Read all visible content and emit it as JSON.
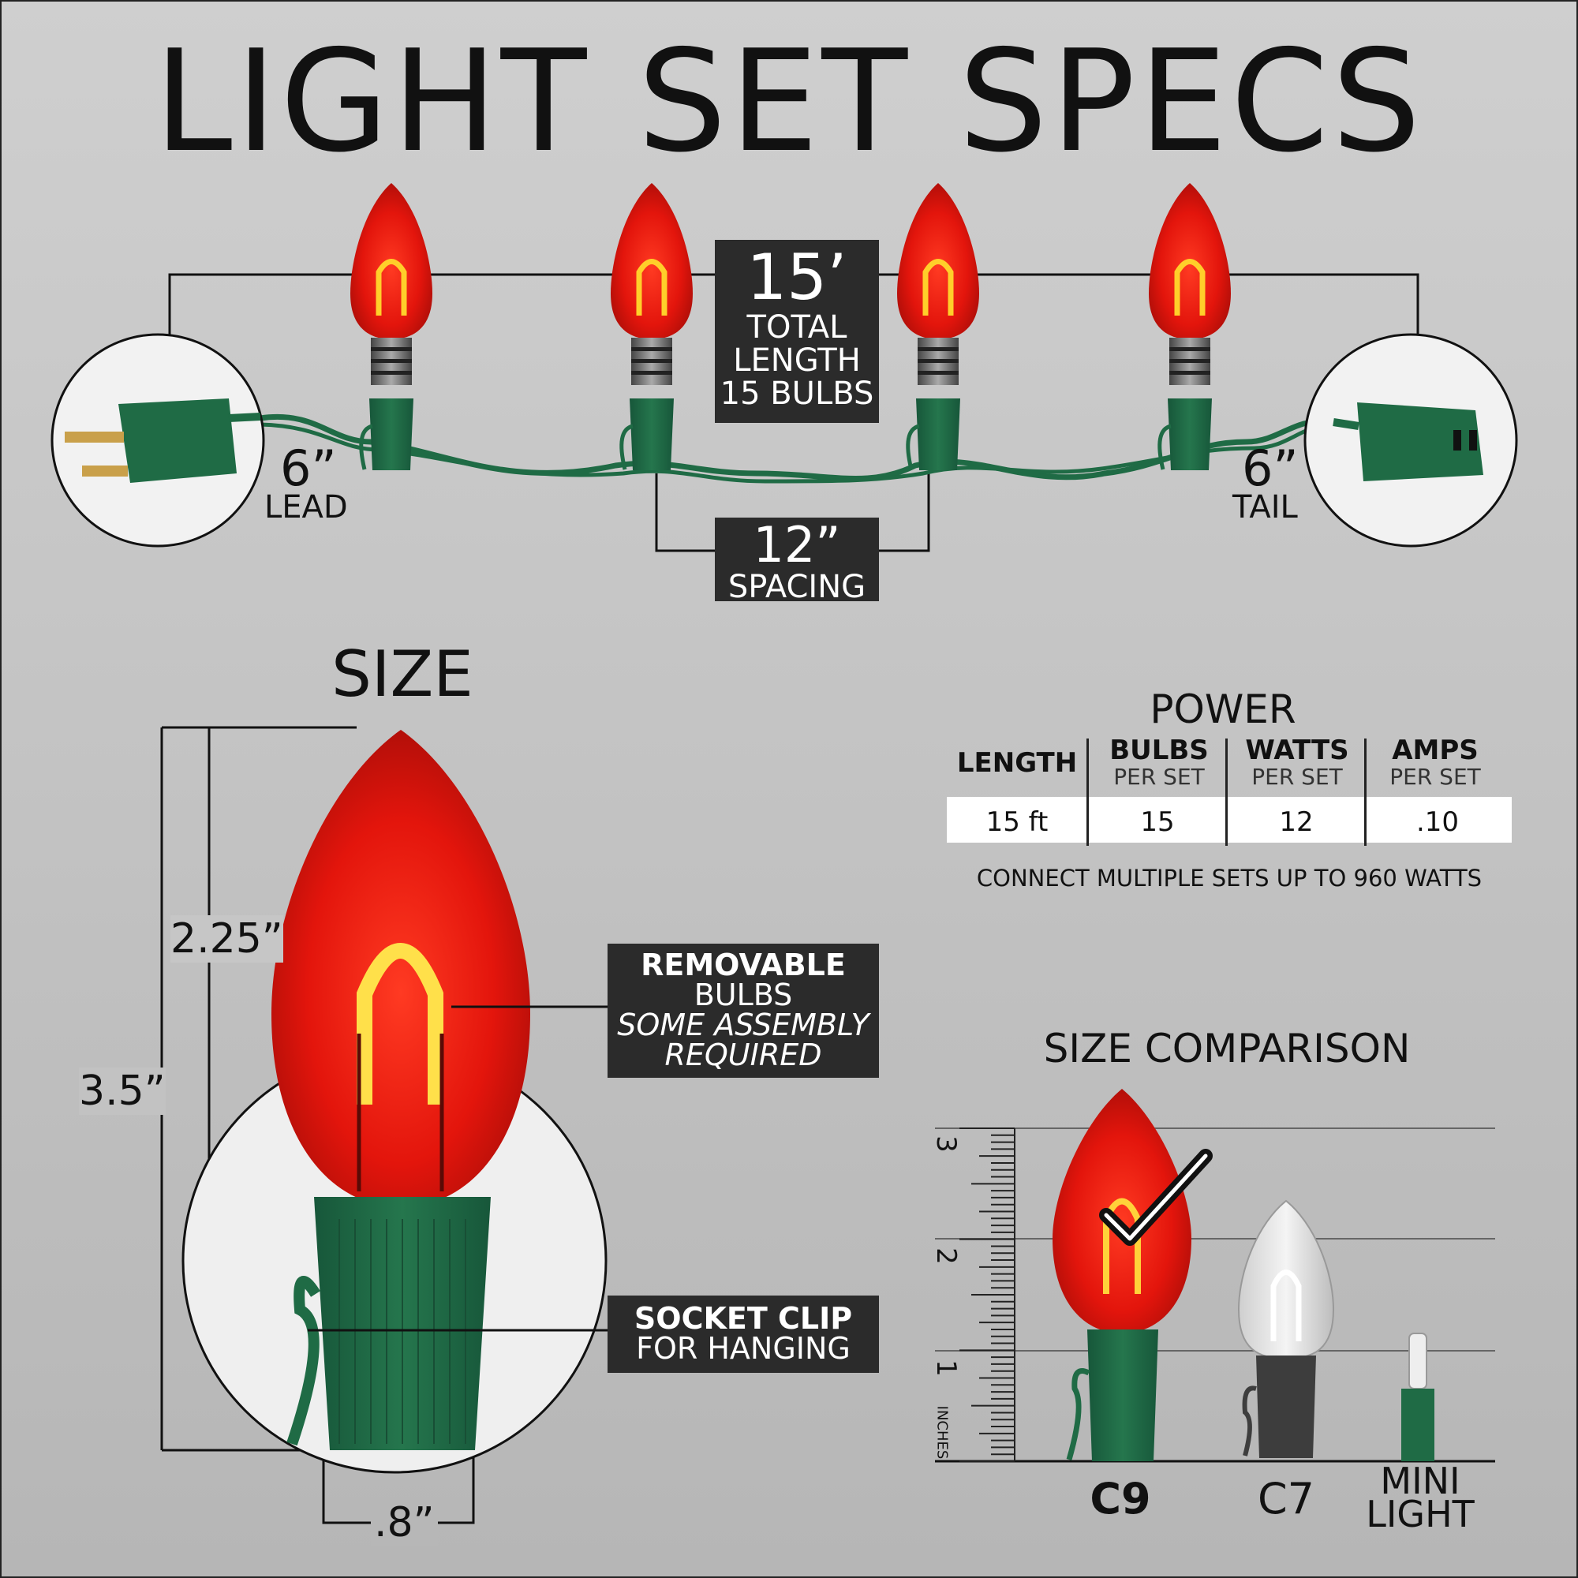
{
  "title": "LIGHT SET SPECS",
  "length_box": {
    "value": "15’",
    "line1": "TOTAL",
    "line2": "LENGTH",
    "line3": "15 BULBS"
  },
  "lead": {
    "value": "6”",
    "label": "LEAD"
  },
  "tail": {
    "value": "6”",
    "label": "TAIL"
  },
  "spacing_box": {
    "value": "12”",
    "label": "SPACING"
  },
  "size": {
    "heading": "SIZE",
    "dim_glass": "2.25”",
    "dim_total": "3.5”",
    "dim_width": ".8”"
  },
  "callouts": {
    "removable": {
      "line1": "REMOVABLE",
      "line2": "BULBS",
      "line3": "SOME ASSEMBLY",
      "line4": "REQUIRED"
    },
    "socket": {
      "line1": "SOCKET CLIP",
      "line2": "FOR HANGING"
    }
  },
  "power": {
    "heading": "POWER",
    "columns": [
      {
        "main": "LENGTH",
        "sub": ""
      },
      {
        "main": "BULBS",
        "sub": "PER SET"
      },
      {
        "main": "WATTS",
        "sub": "PER SET"
      },
      {
        "main": "AMPS",
        "sub": "PER SET"
      }
    ],
    "row": [
      "15 ft",
      "15",
      "12",
      ".10"
    ],
    "note": "CONNECT MULTIPLE SETS UP TO 960 WATTS"
  },
  "comparison": {
    "heading": "SIZE COMPARISON",
    "ruler_labels": [
      "3",
      "2",
      "1"
    ],
    "units": "INCHES",
    "bulbs": [
      "C9",
      "C7",
      "MINI",
      "LIGHT"
    ]
  },
  "colors": {
    "bulb_red": "#e8170f",
    "socket_green": "#1f6b45",
    "box": "#2b2b2b"
  }
}
